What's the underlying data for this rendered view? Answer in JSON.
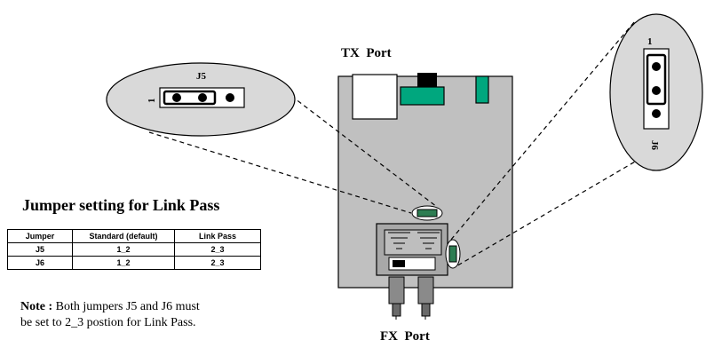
{
  "callouts": {
    "j5": {
      "title": "J5",
      "pin_one": "1"
    },
    "j6": {
      "title": "J6",
      "pin_one": "1"
    }
  },
  "ports": {
    "tx": "TX  Port",
    "fx": "FX  Port"
  },
  "heading": "Jumper setting for Link Pass",
  "table": {
    "headers": [
      "Jumper",
      "Standard (default)",
      "Link Pass"
    ],
    "rows": [
      [
        "J5",
        "1_2",
        "2_3"
      ],
      [
        "J6",
        "1_2",
        "2_3"
      ]
    ]
  },
  "note": {
    "label": "Note :",
    "line1": " Both jumpers J5 and J6 must",
    "line2": "be set to 2_3 postion for Link Pass."
  },
  "colors": {
    "board": "#c0c0c0",
    "callout": "#d9d9d9",
    "component_green": "#00a77e",
    "jumper_cap": "#2d7d52"
  }
}
